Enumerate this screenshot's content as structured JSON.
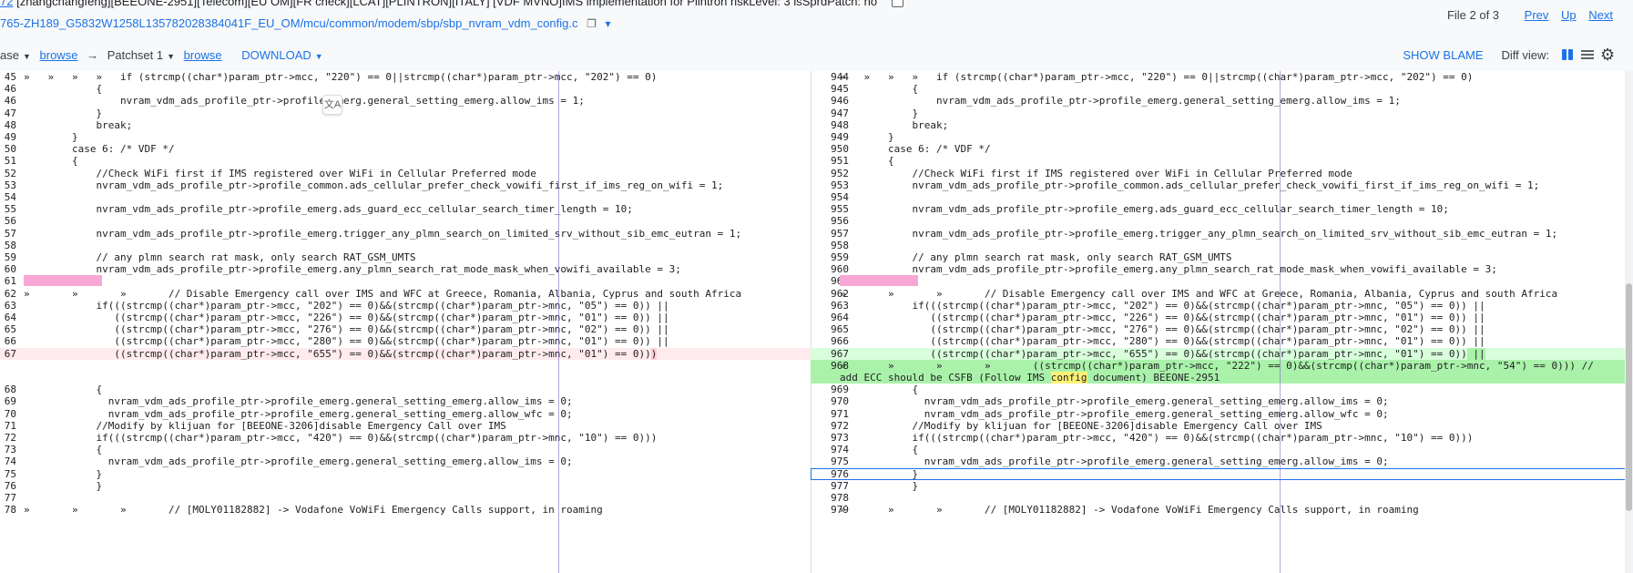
{
  "header": {
    "subject_link": "72",
    "subject_text": "[zhangchangfeng][BEEONE-2951][Telecom][EU OM][FR check][LCAT][PLINTRON][ITALY] [VDF MVNO]IMS implementation for Plintron riskLevel: 3 isSprdPatch: no",
    "file_path": "765-ZH189_G5832W1258L135782028384041F_EU_OM/mcu/common/modem/sbp/sbp_nvram_vdm_config.c",
    "copy_icon": "copy-icon",
    "file_dropdown_icon": "caret-down-icon",
    "file_count": "File 2 of 3",
    "prev": "Prev",
    "up": "Up",
    "next": "Next"
  },
  "patchbar": {
    "base_label": "ase",
    "browse_left": "browse",
    "arrow": "→",
    "patchset_label": "Patchset 1",
    "browse_right": "browse",
    "download": "DOWNLOAD",
    "show_blame": "SHOW BLAME",
    "diff_view": "Diff view:"
  },
  "colors": {
    "link": "#1a73e8",
    "deleted_bg": "#ffebee",
    "added_bg": "#d8fedb",
    "added_strong_bg": "#aaf2aa",
    "highlight_yellow": "#fff176",
    "pink_marker": "#f8a6d3"
  },
  "diff": {
    "left": [
      {
        "ln": "45",
        "code": "»   »   »   »   if (strcmp((char*)param_ptr->mcc, \"220\") == 0||strcmp((char*)param_ptr->mcc, \"202\") == 0)",
        "type": "ctx"
      },
      {
        "ln": "46",
        "code": "            {",
        "type": "ctx"
      },
      {
        "ln": "46",
        "code": "                nvram_vdm_ads_profile_ptr->profile_emerg.general_setting_emerg.allow_ims = 1;",
        "type": "ctx"
      },
      {
        "ln": "47",
        "code": "            }",
        "type": "ctx"
      },
      {
        "ln": "48",
        "code": "            break;",
        "type": "ctx"
      },
      {
        "ln": "49",
        "code": "        }",
        "type": "ctx"
      },
      {
        "ln": "50",
        "code": "        case 6: /* VDF */",
        "type": "ctx"
      },
      {
        "ln": "51",
        "code": "        {",
        "type": "ctx"
      },
      {
        "ln": "52",
        "code": "            //Check WiFi first if IMS registered over WiFi in Cellular Preferred mode",
        "type": "ctx"
      },
      {
        "ln": "53",
        "code": "            nvram_vdm_ads_profile_ptr->profile_common.ads_cellular_prefer_check_vowifi_first_if_ims_reg_on_wifi = 1;",
        "type": "ctx"
      },
      {
        "ln": "54",
        "code": "",
        "type": "ctx"
      },
      {
        "ln": "55",
        "code": "            nvram_vdm_ads_profile_ptr->profile_emerg.ads_guard_ecc_cellular_search_timer_length = 10;",
        "type": "ctx"
      },
      {
        "ln": "56",
        "code": "",
        "type": "ctx"
      },
      {
        "ln": "57",
        "code": "            nvram_vdm_ads_profile_ptr->profile_emerg.trigger_any_plmn_search_on_limited_srv_without_sib_emc_eutran = 1;",
        "type": "ctx"
      },
      {
        "ln": "58",
        "code": "",
        "type": "ctx"
      },
      {
        "ln": "59",
        "code": "            // any plmn search rat mask, only search RAT_GSM_UMTS",
        "type": "ctx"
      },
      {
        "ln": "60",
        "code": "            nvram_vdm_ads_profile_ptr->profile_emerg.any_plmn_search_rat_mode_mask_when_vowifi_available = 3;",
        "type": "ctx"
      },
      {
        "ln": "61",
        "code": "",
        "type": "pink"
      },
      {
        "ln": "62",
        "code": "»       »       »       // Disable Emergency call over IMS and WFC at Greece, Romania, Albania, Cyprus and south Africa",
        "type": "ctx"
      },
      {
        "ln": "63",
        "code": "            if(((strcmp((char*)param_ptr->mcc, \"202\") == 0)&&(strcmp((char*)param_ptr->mnc, \"05\") == 0)) ||",
        "type": "ctx"
      },
      {
        "ln": "64",
        "code": "               ((strcmp((char*)param_ptr->mcc, \"226\") == 0)&&(strcmp((char*)param_ptr->mnc, \"01\") == 0)) ||",
        "type": "ctx"
      },
      {
        "ln": "65",
        "code": "               ((strcmp((char*)param_ptr->mcc, \"276\") == 0)&&(strcmp((char*)param_ptr->mnc, \"02\") == 0)) ||",
        "type": "ctx"
      },
      {
        "ln": "66",
        "code": "               ((strcmp((char*)param_ptr->mcc, \"280\") == 0)&&(strcmp((char*)param_ptr->mnc, \"01\") == 0)) ||",
        "type": "ctx"
      },
      {
        "ln": "67",
        "code": "               ((strcmp((char*)param_ptr->mcc, \"655\") == 0)&&(strcmp((char*)param_ptr->mnc, \"01\") == 0))",
        "tail": ")",
        "type": "del"
      },
      {
        "ln": "",
        "code": "",
        "type": "empty2"
      },
      {
        "ln": "68",
        "code": "            {",
        "type": "ctx"
      },
      {
        "ln": "69",
        "code": "              nvram_vdm_ads_profile_ptr->profile_emerg.general_setting_emerg.allow_ims = 0;",
        "type": "ctx"
      },
      {
        "ln": "70",
        "code": "              nvram_vdm_ads_profile_ptr->profile_emerg.general_setting_emerg.allow_wfc = 0;",
        "type": "ctx"
      },
      {
        "ln": "71",
        "code": "            //Modify by klijuan for [BEEONE-3206]disable Emergency Call over IMS",
        "type": "ctx"
      },
      {
        "ln": "72",
        "code": "            if(((strcmp((char*)param_ptr->mcc, \"420\") == 0)&&(strcmp((char*)param_ptr->mnc, \"10\") == 0)))",
        "type": "ctx"
      },
      {
        "ln": "73",
        "code": "            {",
        "type": "ctx"
      },
      {
        "ln": "74",
        "code": "              nvram_vdm_ads_profile_ptr->profile_emerg.general_setting_emerg.allow_ims = 0;",
        "type": "ctx"
      },
      {
        "ln": "75",
        "code": "            }",
        "type": "ctx"
      },
      {
        "ln": "76",
        "code": "            }",
        "type": "ctx"
      },
      {
        "ln": "77",
        "code": "",
        "type": "ctx"
      },
      {
        "ln": "78",
        "code": "»       »       »       // [MOLY01182882] -> Vodafone VoWiFi Emergency Calls support, in roaming",
        "type": "ctx"
      }
    ],
    "right": [
      {
        "ln": "944",
        "code": "»   »   »   »   if (strcmp((char*)param_ptr->mcc, \"220\") == 0||strcmp((char*)param_ptr->mcc, \"202\") == 0)",
        "type": "ctx"
      },
      {
        "ln": "945",
        "code": "            {",
        "type": "ctx"
      },
      {
        "ln": "946",
        "code": "                nvram_vdm_ads_profile_ptr->profile_emerg.general_setting_emerg.allow_ims = 1;",
        "type": "ctx"
      },
      {
        "ln": "947",
        "code": "            }",
        "type": "ctx"
      },
      {
        "ln": "948",
        "code": "            break;",
        "type": "ctx"
      },
      {
        "ln": "949",
        "code": "        }",
        "type": "ctx"
      },
      {
        "ln": "950",
        "code": "        case 6: /* VDF */",
        "type": "ctx"
      },
      {
        "ln": "951",
        "code": "        {",
        "type": "ctx"
      },
      {
        "ln": "952",
        "code": "            //Check WiFi first if IMS registered over WiFi in Cellular Preferred mode",
        "type": "ctx"
      },
      {
        "ln": "953",
        "code": "            nvram_vdm_ads_profile_ptr->profile_common.ads_cellular_prefer_check_vowifi_first_if_ims_reg_on_wifi = 1;",
        "type": "ctx"
      },
      {
        "ln": "954",
        "code": "",
        "type": "ctx"
      },
      {
        "ln": "955",
        "code": "            nvram_vdm_ads_profile_ptr->profile_emerg.ads_guard_ecc_cellular_search_timer_length = 10;",
        "type": "ctx"
      },
      {
        "ln": "956",
        "code": "",
        "type": "ctx"
      },
      {
        "ln": "957",
        "code": "            nvram_vdm_ads_profile_ptr->profile_emerg.trigger_any_plmn_search_on_limited_srv_without_sib_emc_eutran = 1;",
        "type": "ctx"
      },
      {
        "ln": "958",
        "code": "",
        "type": "ctx"
      },
      {
        "ln": "959",
        "code": "            // any plmn search rat mask, only search RAT_GSM_UMTS",
        "type": "ctx"
      },
      {
        "ln": "960",
        "code": "            nvram_vdm_ads_profile_ptr->profile_emerg.any_plmn_search_rat_mode_mask_when_vowifi_available = 3;",
        "type": "ctx"
      },
      {
        "ln": "961",
        "code": "",
        "type": "pink"
      },
      {
        "ln": "962",
        "code": "»       »       »       // Disable Emergency call over IMS and WFC at Greece, Romania, Albania, Cyprus and south Africa",
        "type": "ctx"
      },
      {
        "ln": "963",
        "code": "            if(((strcmp((char*)param_ptr->mcc, \"202\") == 0)&&(strcmp((char*)param_ptr->mnc, \"05\") == 0)) ||",
        "type": "ctx"
      },
      {
        "ln": "964",
        "code": "               ((strcmp((char*)param_ptr->mcc, \"226\") == 0)&&(strcmp((char*)param_ptr->mnc, \"01\") == 0)) ||",
        "type": "ctx"
      },
      {
        "ln": "965",
        "code": "               ((strcmp((char*)param_ptr->mcc, \"276\") == 0)&&(strcmp((char*)param_ptr->mnc, \"02\") == 0)) ||",
        "type": "ctx"
      },
      {
        "ln": "966",
        "code": "               ((strcmp((char*)param_ptr->mcc, \"280\") == 0)&&(strcmp((char*)param_ptr->mnc, \"01\") == 0)) ||",
        "type": "ctx"
      },
      {
        "ln": "967",
        "code": "               ((strcmp((char*)param_ptr->mcc, \"655\") == 0)&&(strcmp((char*)param_ptr->mnc, \"01\") == 0))",
        "tail": " ||",
        "type": "add"
      },
      {
        "ln": "968",
        "code": "»       »       »       »       ((strcmp((char*)param_ptr->mcc, \"222\") == 0)&&(strcmp((char*)param_ptr->mnc, \"54\") == 0))) //\nadd ECC should be CSFB (Follow IMS ",
        "hl": "config",
        "after": " document) BEEONE-2951",
        "type": "addtall"
      },
      {
        "ln": "969",
        "code": "            {",
        "type": "ctx"
      },
      {
        "ln": "970",
        "code": "              nvram_vdm_ads_profile_ptr->profile_emerg.general_setting_emerg.allow_ims = 0;",
        "type": "ctx"
      },
      {
        "ln": "971",
        "code": "              nvram_vdm_ads_profile_ptr->profile_emerg.general_setting_emerg.allow_wfc = 0;",
        "type": "ctx"
      },
      {
        "ln": "972",
        "code": "            //Modify by klijuan for [BEEONE-3206]disable Emergency Call over IMS",
        "type": "ctx"
      },
      {
        "ln": "973",
        "code": "            if(((strcmp((char*)param_ptr->mcc, \"420\") == 0)&&(strcmp((char*)param_ptr->mnc, \"10\") == 0)))",
        "type": "ctx"
      },
      {
        "ln": "974",
        "code": "            {",
        "type": "ctx"
      },
      {
        "ln": "975",
        "code": "              nvram_vdm_ads_profile_ptr->profile_emerg.general_setting_emerg.allow_ims = 0;",
        "type": "ctx"
      },
      {
        "ln": "976",
        "code": "            }",
        "type": "current"
      },
      {
        "ln": "977",
        "code": "            }",
        "type": "ctx"
      },
      {
        "ln": "978",
        "code": "",
        "type": "ctx"
      },
      {
        "ln": "979",
        "code": "»       »       »       // [MOLY01182882] -> Vodafone VoWiFi Emergency Calls support, in roaming",
        "type": "ctx"
      }
    ]
  },
  "icons": {
    "translate": "translate-icon",
    "settings": "gear-icon",
    "side_by_side": "side-by-side-icon",
    "unified": "unified-view-icon"
  }
}
